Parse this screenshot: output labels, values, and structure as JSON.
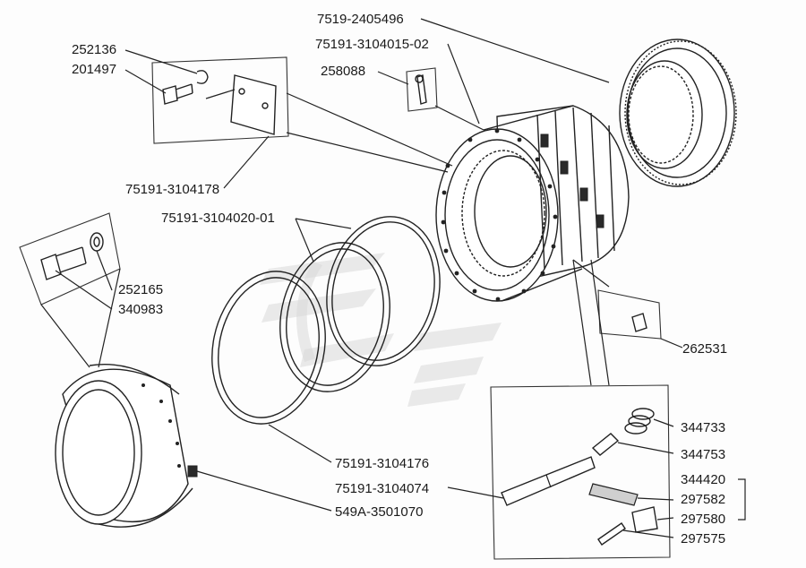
{
  "labels": {
    "l7519_2405496": "7519-2405496",
    "l75191_3104015_02": "75191-3104015-02",
    "l252136": "252136",
    "l201497": "201497",
    "l258088": "258088",
    "l75191_3104178": "75191-3104178",
    "l75191_3104020_01": "75191-3104020-01",
    "l252165": "252165",
    "l340983": "340983",
    "l262531": "262531",
    "l344733": "344733",
    "l344753": "344753",
    "l344420": "344420",
    "l297582": "297582",
    "l297580": "297580",
    "l297575": "297575",
    "l75191_3104176": "75191-3104176",
    "l75191_3104074": "75191-3104074",
    "l549A_3501070": "549A-3501070"
  }
}
